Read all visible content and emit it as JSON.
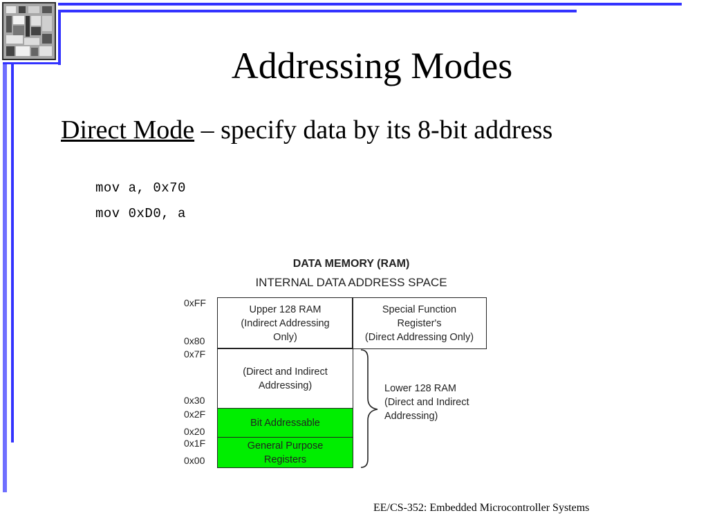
{
  "slide": {
    "title": "Addressing Modes",
    "subtitle_term": "Direct Mode",
    "subtitle_rest": " – specify data by its 8-bit address",
    "code_lines": [
      "mov a, 0x70",
      "mov 0xD0, a"
    ],
    "footer": "EE/CS-352: Embedded Microcontroller Systems"
  },
  "diagram": {
    "title": "DATA MEMORY (RAM)",
    "subtitle": "INTERNAL DATA  ADDRESS SPACE",
    "addresses": [
      "0xFF",
      "0x80",
      "0x7F",
      "0x30",
      "0x2F",
      "0x20",
      "0x1F",
      "0x00"
    ],
    "upper_ram": "Upper 128 RAM\n(Indirect Addressing\nOnly)",
    "sfr": "Special Function\nRegister's\n(Direct Addressing Only)",
    "direct_indirect": "(Direct and Indirect\nAddressing)",
    "bit_addressable": "Bit Addressable",
    "general_purpose": "General Purpose\nRegisters",
    "lower_ram": "Lower 128 RAM\n(Direct and Indirect\nAddressing)",
    "colors": {
      "highlight": "#00ee00",
      "frame": "#3333ff"
    }
  },
  "icons": {
    "logo": "microchip-die-icon"
  }
}
